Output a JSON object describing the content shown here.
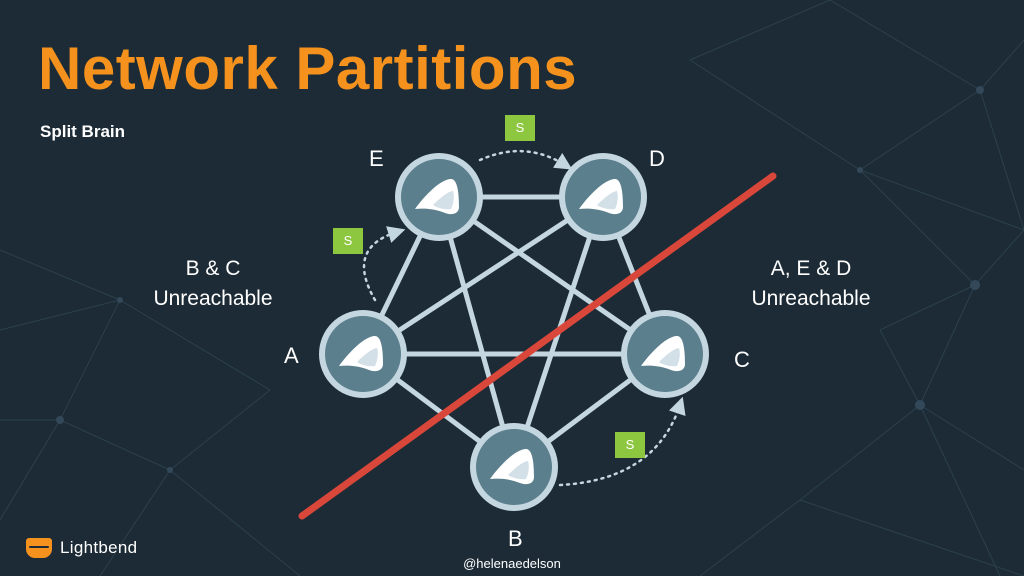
{
  "slide": {
    "title": "Network Partitions",
    "subtitle": "Split Brain",
    "handle": "@helenaedelson"
  },
  "brand": {
    "name": "Lightbend",
    "accent": "#f5921e"
  },
  "colors": {
    "background": "#1c2b36",
    "node_fill": "#5b7f8d",
    "node_ring": "#c4d6e0",
    "edge": "#c4d6e0",
    "partition_line": "#d9473a",
    "badge": "#8dc63f"
  },
  "diagram": {
    "nodes": [
      {
        "id": "A",
        "label": "A"
      },
      {
        "id": "B",
        "label": "B"
      },
      {
        "id": "C",
        "label": "C"
      },
      {
        "id": "D",
        "label": "D"
      },
      {
        "id": "E",
        "label": "E"
      }
    ],
    "edges": [
      [
        "E",
        "D"
      ],
      [
        "E",
        "A"
      ],
      [
        "E",
        "C"
      ],
      [
        "E",
        "B"
      ],
      [
        "D",
        "A"
      ],
      [
        "D",
        "C"
      ],
      [
        "D",
        "B"
      ],
      [
        "A",
        "C"
      ],
      [
        "A",
        "B"
      ],
      [
        "C",
        "B"
      ]
    ],
    "left_status": [
      "B & C",
      "Unreachable"
    ],
    "right_status": [
      "A, E & D",
      "Unreachable"
    ],
    "badges": [
      {
        "id": "top",
        "label": "S"
      },
      {
        "id": "left",
        "label": "S"
      },
      {
        "id": "bottom",
        "label": "S"
      }
    ],
    "node_icon": "lightbend-node-icon"
  }
}
